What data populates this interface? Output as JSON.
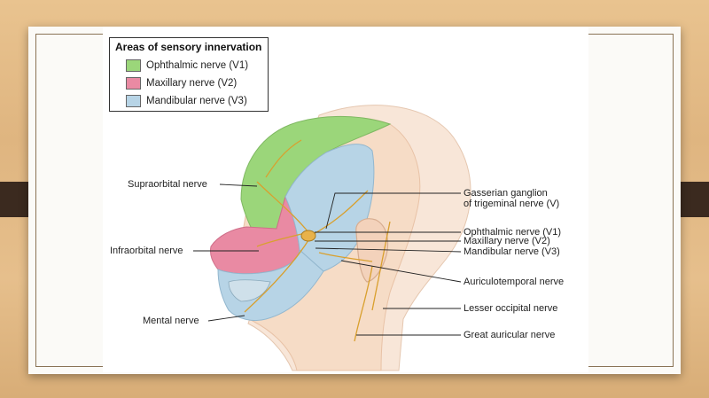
{
  "legend": {
    "title": "Areas of sensory innervation",
    "items": [
      {
        "label": "Ophthalmic nerve (V1)",
        "color": "#9bd67a"
      },
      {
        "label": "Maxillary nerve (V2)",
        "color": "#e98aa3"
      },
      {
        "label": "Mandibular nerve (V3)",
        "color": "#b7d4e6"
      }
    ]
  },
  "labels": {
    "supraorbital": "Supraorbital nerve",
    "infraorbital": "Infraorbital nerve",
    "mental": "Mental nerve",
    "gasserian_line1": "Gasserian ganglion",
    "gasserian_line2": "of trigeminal nerve (V)",
    "ophthalmic": "Ophthalmic nerve (V1)",
    "maxillary": "Maxillary nerve (V2)",
    "mandibular": "Mandibular nerve (V3)",
    "auriculotemporal": "Auriculotemporal nerve",
    "lesser_occipital": "Lesser occipital nerve",
    "great_auricular": "Great auricular nerve"
  },
  "colors": {
    "background": "#e2b884",
    "slide": "#fbfaf7",
    "tab": "#3b2a1f",
    "skin": "#f6dcc6",
    "nerve": "#d9a02e"
  }
}
